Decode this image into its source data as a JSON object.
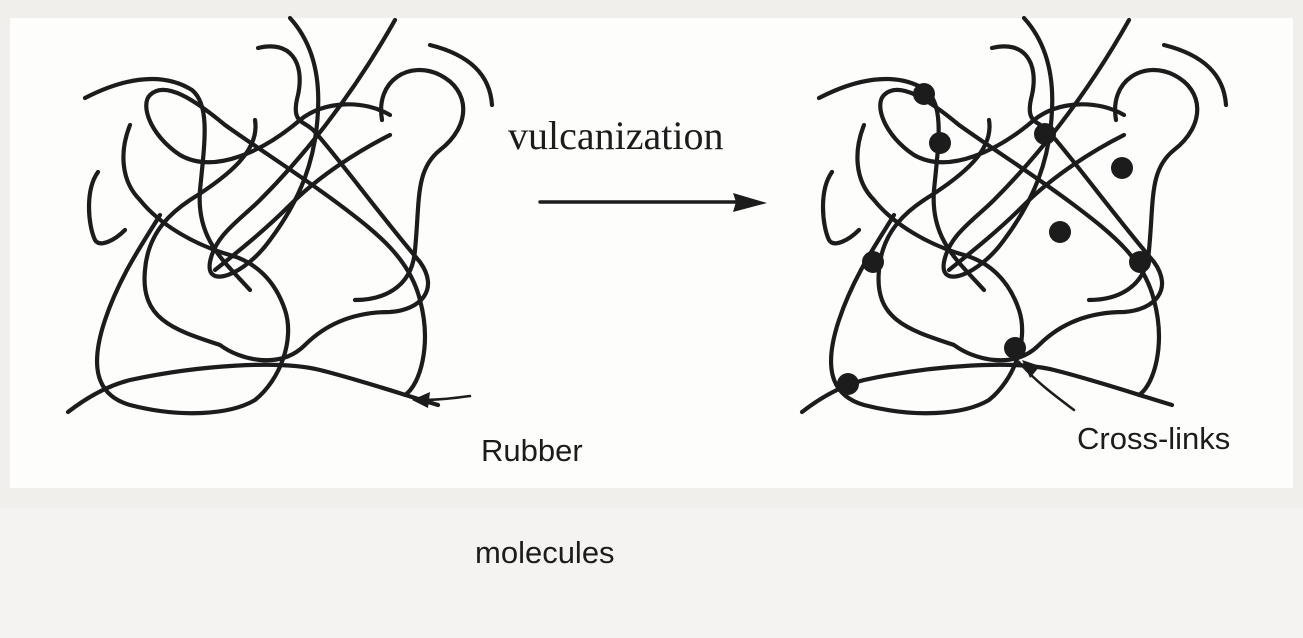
{
  "process_label": "vulcanization",
  "before_label": {
    "line1": "Rubber",
    "line2": "molecules"
  },
  "after_label": "Cross-links"
}
